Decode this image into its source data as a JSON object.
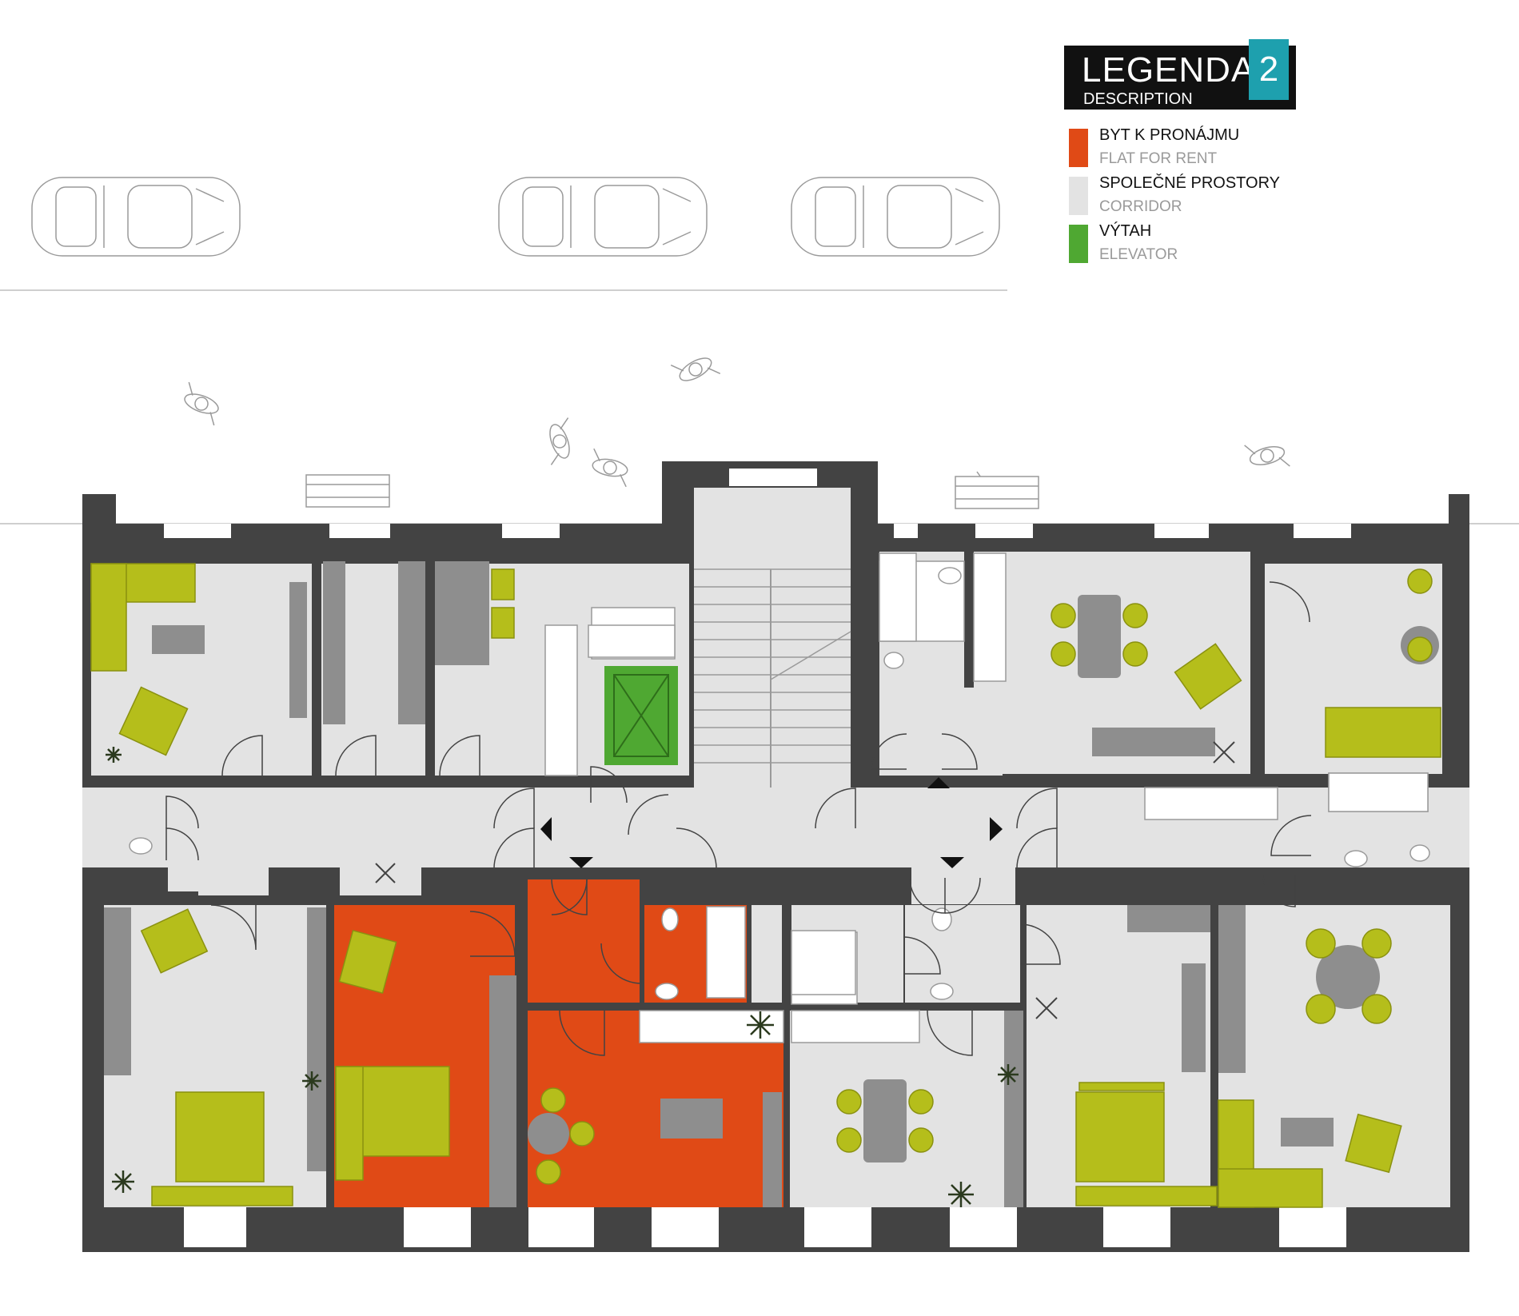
{
  "legend": {
    "title": "LEGENDA",
    "subtitle": "DESCRIPTION",
    "badge": "2",
    "items": [
      {
        "label": "BYT K PRONÁJMU",
        "label_en": "FLAT FOR RENT",
        "color": "#e04a16"
      },
      {
        "label": "SPOLEČNÉ PROSTORY",
        "label_en": "CORRIDOR",
        "color": "#e3e3e3"
      },
      {
        "label": "VÝTAH",
        "label_en": "ELEVATOR",
        "color": "#4fa832"
      }
    ]
  },
  "colors": {
    "wall": "#434343",
    "floor": "#e3e3e3",
    "flat_for_rent": "#e04a16",
    "elevator": "#4fa832",
    "furniture": "#b5be1b",
    "cabinet": "#8e8e8e"
  }
}
